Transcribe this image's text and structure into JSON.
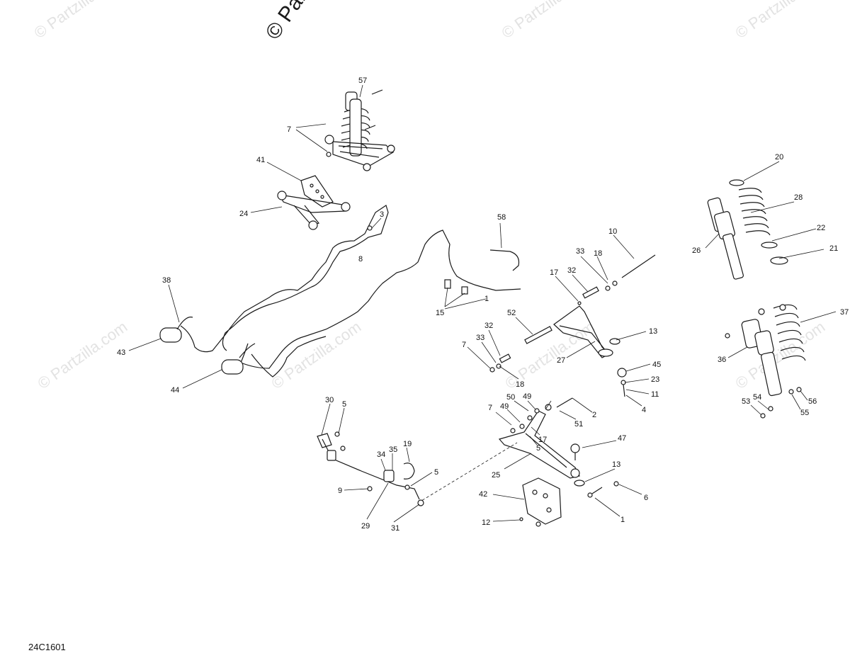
{
  "watermark": {
    "main": "© Partzilla.com",
    "repeat": "© Partzilla.com"
  },
  "diagram_code": "24C1601",
  "callouts": [
    "57",
    "7",
    "41",
    "24",
    "3",
    "8",
    "58",
    "38",
    "43",
    "44",
    "10",
    "33",
    "18",
    "17",
    "32",
    "26",
    "20",
    "28",
    "22",
    "21",
    "15",
    "1",
    "52",
    "13",
    "32",
    "33",
    "7",
    "27",
    "45",
    "23",
    "18",
    "11",
    "4",
    "37",
    "36",
    "56",
    "55",
    "54",
    "53",
    "30",
    "5",
    "19",
    "35",
    "34",
    "5",
    "9",
    "29",
    "31",
    "50",
    "49",
    "7",
    "49",
    "17",
    "5",
    "51",
    "2",
    "47",
    "25",
    "13",
    "42",
    "6",
    "1",
    "12"
  ]
}
